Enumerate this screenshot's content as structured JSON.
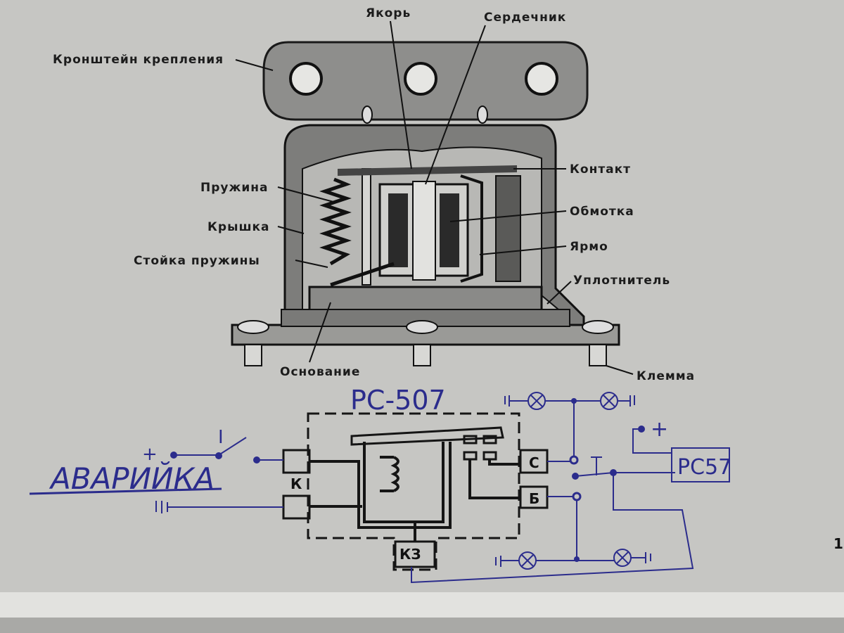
{
  "labels": {
    "armature": "Якорь",
    "core": "Сердечник",
    "bracket": "Кронштейн крепления",
    "contact": "Контакт",
    "spring": "Пружина",
    "winding": "Обмотка",
    "cover": "Крышка",
    "yoke": "Ярмо",
    "spring_post": "Стойка пружины",
    "seal": "Уплотнитель",
    "base": "Основание",
    "terminal": "Клемма"
  },
  "schematic": {
    "relay_name": "PC-507",
    "hazard_label": "АВАРИЙКА",
    "flasher_name": "PC57",
    "terminal_k": "К",
    "terminal_c": "С",
    "terminal_b": "Б",
    "terminal_kz": "КЗ",
    "plus": "+",
    "switch_mark": "I",
    "page_number": "1"
  },
  "colors": {
    "ink": "#2b2c8c",
    "paper": "#c6c6c3"
  }
}
